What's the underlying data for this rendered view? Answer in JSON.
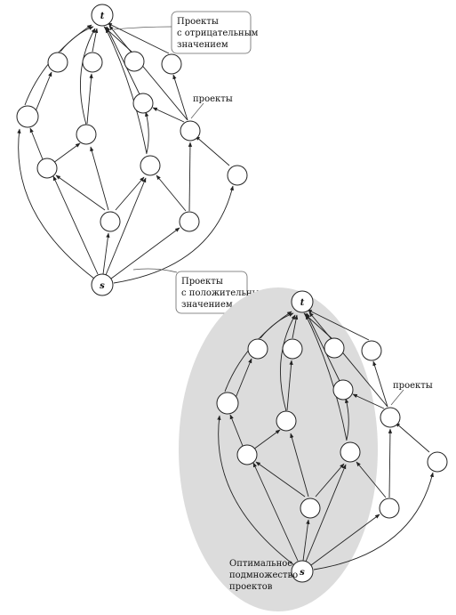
{
  "diagram_top": {
    "source_label": "s",
    "sink_label": "t",
    "callout_negative": [
      "Проекты",
      "с отрицательным",
      "значением"
    ],
    "label_projects": "проекты",
    "callout_positive": [
      "Проекты",
      "с положительным",
      "значением"
    ]
  },
  "diagram_bottom": {
    "source_label": "s",
    "sink_label": "t",
    "label_projects": "проекты",
    "optimal_subset": [
      "Оптимальное",
      "подмножество",
      "проектов"
    ]
  }
}
